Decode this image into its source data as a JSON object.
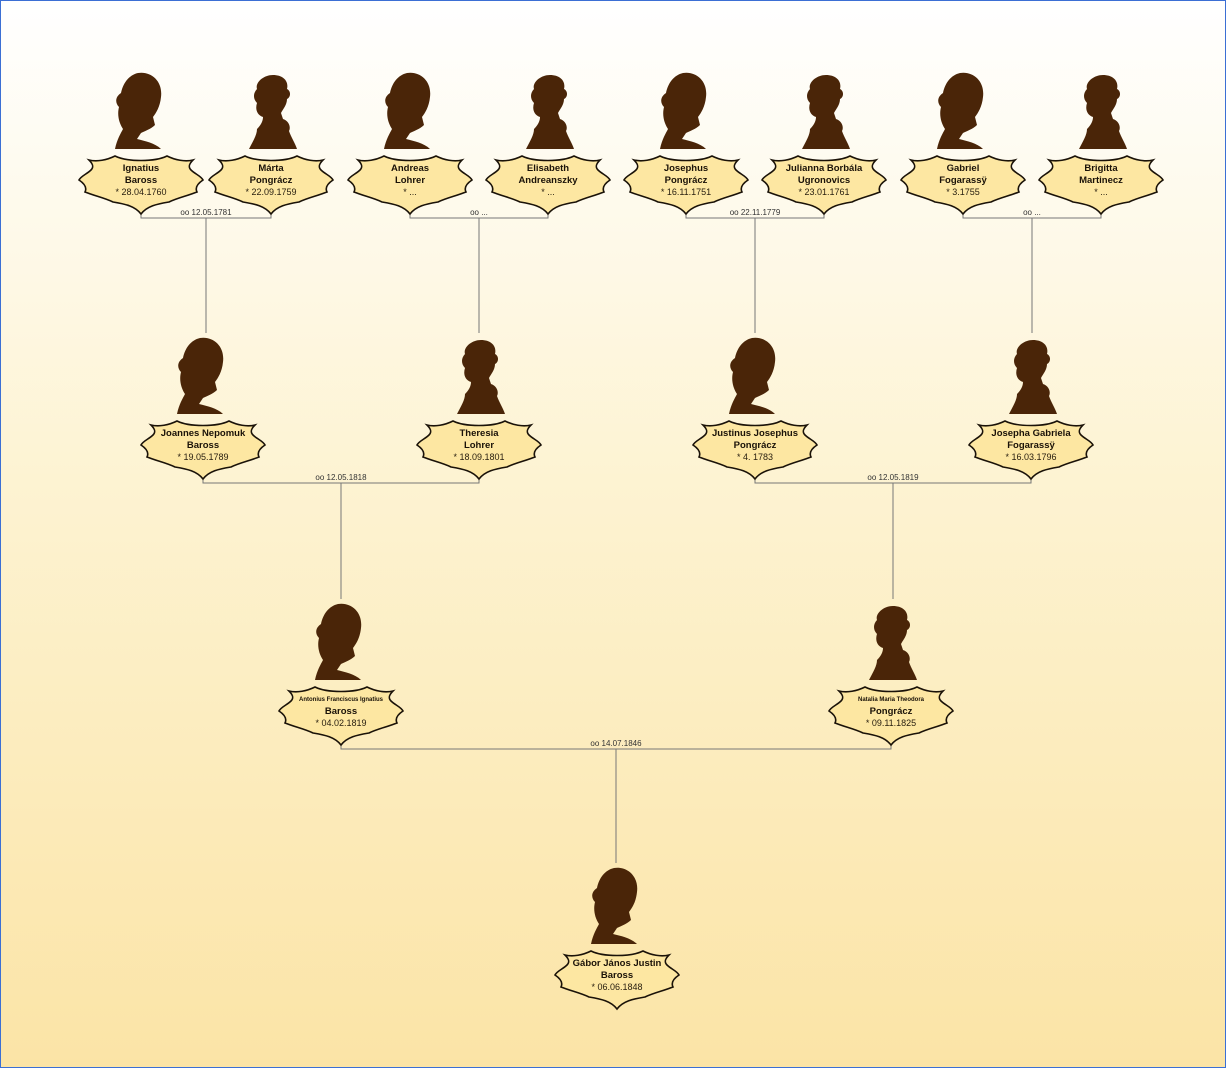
{
  "persons": [
    {
      "id": "ignatius",
      "gender": "m",
      "line1": "Ignatius",
      "line2": "Baross",
      "date": "* 28.04.1760"
    },
    {
      "id": "marta",
      "gender": "f",
      "line1": "Márta",
      "line2": "Pongrácz",
      "date": "* 22.09.1759"
    },
    {
      "id": "andreas",
      "gender": "m",
      "line1": "Andreas",
      "line2": "Lohrer",
      "date": "* ..."
    },
    {
      "id": "elisabeth",
      "gender": "f",
      "line1": "Elisabeth",
      "line2": "Andreanszky",
      "date": "* ..."
    },
    {
      "id": "josephus",
      "gender": "m",
      "line1": "Josephus",
      "line2": "Pongrácz",
      "date": "* 16.11.1751"
    },
    {
      "id": "julianna",
      "gender": "f",
      "line1": "Julianna Borbála",
      "line2": "Ugronovics",
      "date": "* 23.01.1761"
    },
    {
      "id": "gabriel",
      "gender": "m",
      "line1": "Gabriel",
      "line2": "Fogarassÿ",
      "date": "* 3.1755"
    },
    {
      "id": "brigitta",
      "gender": "f",
      "line1": "Brigitta",
      "line2": "Martinecz",
      "date": "* ..."
    },
    {
      "id": "joannes",
      "gender": "m",
      "line1": "Joannes Nepomuk",
      "line2": "Baross",
      "date": "* 19.05.1789"
    },
    {
      "id": "theresia",
      "gender": "f",
      "line1": "Theresia",
      "line2": "Lohrer",
      "date": "* 18.09.1801"
    },
    {
      "id": "justinus",
      "gender": "m",
      "line1": "Justinus Josephus",
      "line2": "Pongrácz",
      "date": "* 4. 1783"
    },
    {
      "id": "josepha",
      "gender": "f",
      "line1": "Josepha Gabriela",
      "line2": "Fogarassÿ",
      "date": "* 16.03.1796"
    },
    {
      "id": "antonius",
      "gender": "m",
      "line1": "Antonius Franciscus Ignatius",
      "line2": "Baross",
      "date": "* 04.02.1819",
      "small": true
    },
    {
      "id": "natalia",
      "gender": "f",
      "line1": "Natalia Maria Theodora",
      "line2": "Pongrácz",
      "date": "* 09.11.1825",
      "small": true
    },
    {
      "id": "gabor",
      "gender": "m",
      "line1": "Gábor János Justin",
      "line2": "Baross",
      "date": "* 06.06.1848"
    }
  ],
  "marriages": [
    {
      "a": "ignatius",
      "b": "marta",
      "child": "joannes",
      "label": "oo 12.05.1781"
    },
    {
      "a": "andreas",
      "b": "elisabeth",
      "child": "theresia",
      "label": "oo ..."
    },
    {
      "a": "josephus",
      "b": "julianna",
      "child": "justinus",
      "label": "oo 22.11.1779"
    },
    {
      "a": "gabriel",
      "b": "brigitta",
      "child": "josepha",
      "label": "oo ..."
    },
    {
      "a": "joannes",
      "b": "theresia",
      "child": "antonius",
      "label": "oo 12.05.1818"
    },
    {
      "a": "justinus",
      "b": "josepha",
      "child": "natalia",
      "label": "oo 12.05.1819"
    },
    {
      "a": "antonius",
      "b": "natalia",
      "child": "gabor",
      "label": "oo 14.07.1846"
    }
  ]
}
